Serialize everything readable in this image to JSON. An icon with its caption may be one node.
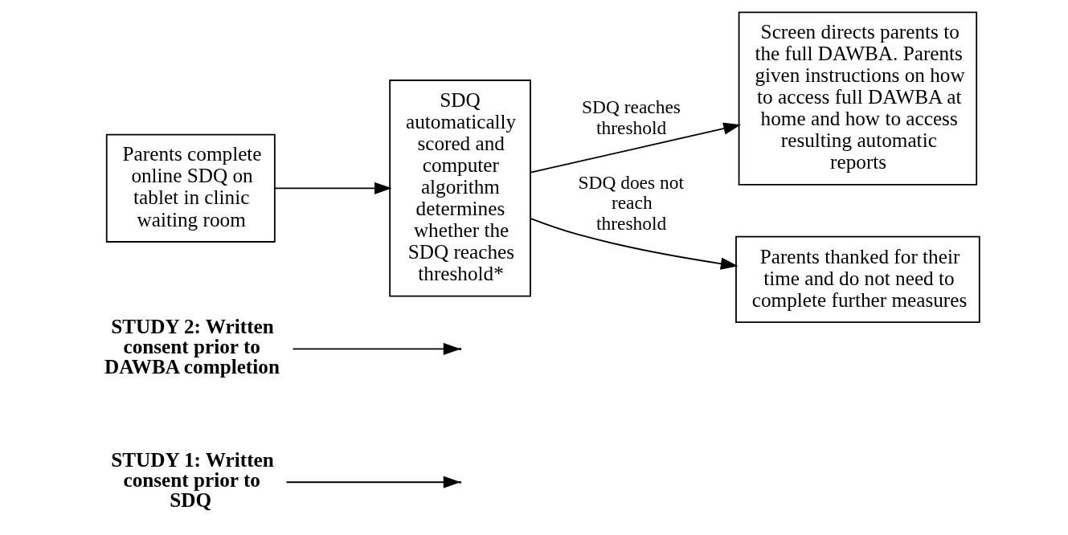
{
  "diagram": {
    "nodes": [
      {
        "text": [
          "STUDY 1: Written consent prior to SDQ"
        ]
      },
      {
        "text": [
          "STUDY 2: Written consent prior to DAWBA completion"
        ]
      },
      {
        "text": [
          "Parents complete online SDQ on tablet in clinic waiting room"
        ]
      },
      {
        "text": [
          "SDQ automatically scored and computer algorithm determines whether the SDQ reaches threshold*"
        ]
      },
      {
        "text": [
          "Screen directs parents to the full DAWBA. Parents given instructions on how to access full DAWBA at home and how to access resulting automatic reports"
        ]
      },
      {
        "text": [
          "Parents thanked for their time and do not need to complete further measures"
        ]
      }
    ],
    "edges": [
      {
        "from": 0,
        "to": null,
        "arrow": "to"
      },
      {
        "from": 1,
        "to": null,
        "arrow": "to"
      },
      {
        "from": 2,
        "to": 3,
        "arrow": "to"
      },
      {
        "from": 3,
        "to": 4,
        "arrow": "to",
        "label": "SDQ reaches threshold"
      },
      {
        "from": 3,
        "to": 5,
        "arrow": "to",
        "label": "SDQ does not reach threshold"
      }
    ]
  }
}
